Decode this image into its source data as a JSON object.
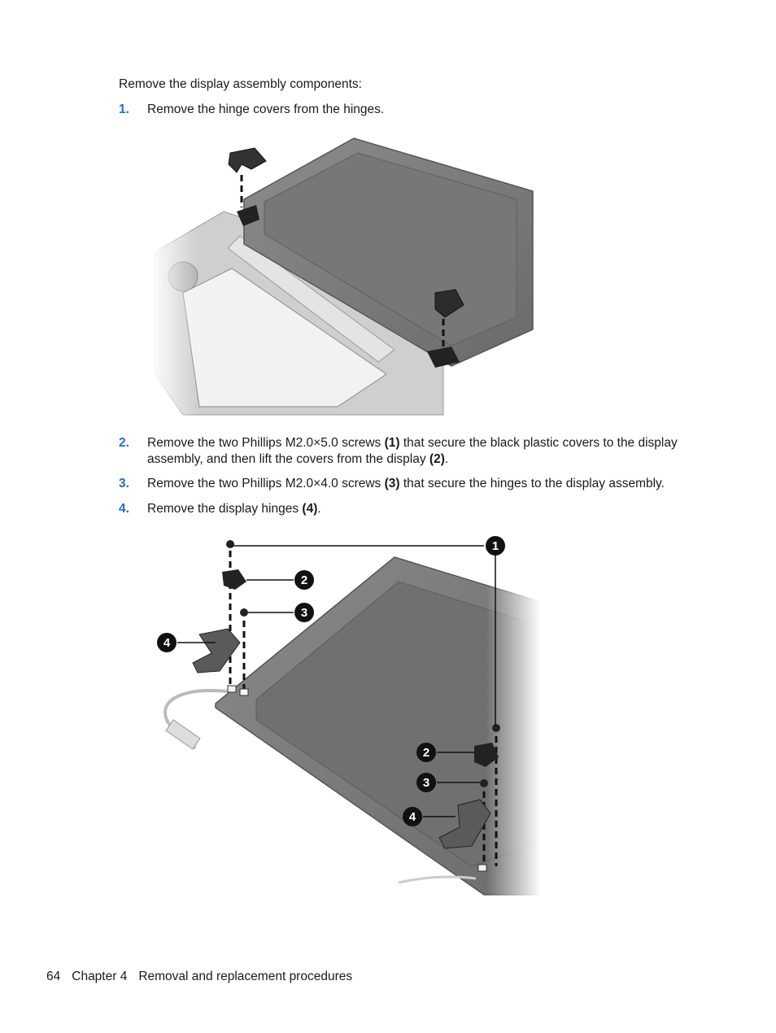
{
  "intro": "Remove the display assembly components:",
  "steps": [
    {
      "num": "1.",
      "parts": [
        "Remove the hinge covers from the hinges.",
        "",
        "",
        "",
        ""
      ]
    },
    {
      "num": "2.",
      "parts": [
        "Remove the two Phillips M2.0×5.0 screws ",
        "(1)",
        " that secure the black plastic covers to the display assembly, and then lift the covers from the display ",
        "(2)",
        "."
      ]
    },
    {
      "num": "3.",
      "parts": [
        "Remove the two Phillips M2.0×4.0 screws ",
        "(3)",
        " that secure the hinges to the display assembly.",
        "",
        ""
      ]
    },
    {
      "num": "4.",
      "parts": [
        "Remove the display hinges ",
        "(4)",
        ".",
        "",
        ""
      ]
    }
  ],
  "callouts": {
    "one": "1",
    "two_top": "2",
    "three_top": "3",
    "four_left": "4",
    "two_right": "2",
    "three_right": "3",
    "four_right": "4"
  },
  "footer": {
    "page_number": "64",
    "chapter": "Chapter 4",
    "title": "Removal and replacement procedures"
  },
  "colors": {
    "step_number": "#1f6fd1",
    "text": "#1a1a1a"
  }
}
